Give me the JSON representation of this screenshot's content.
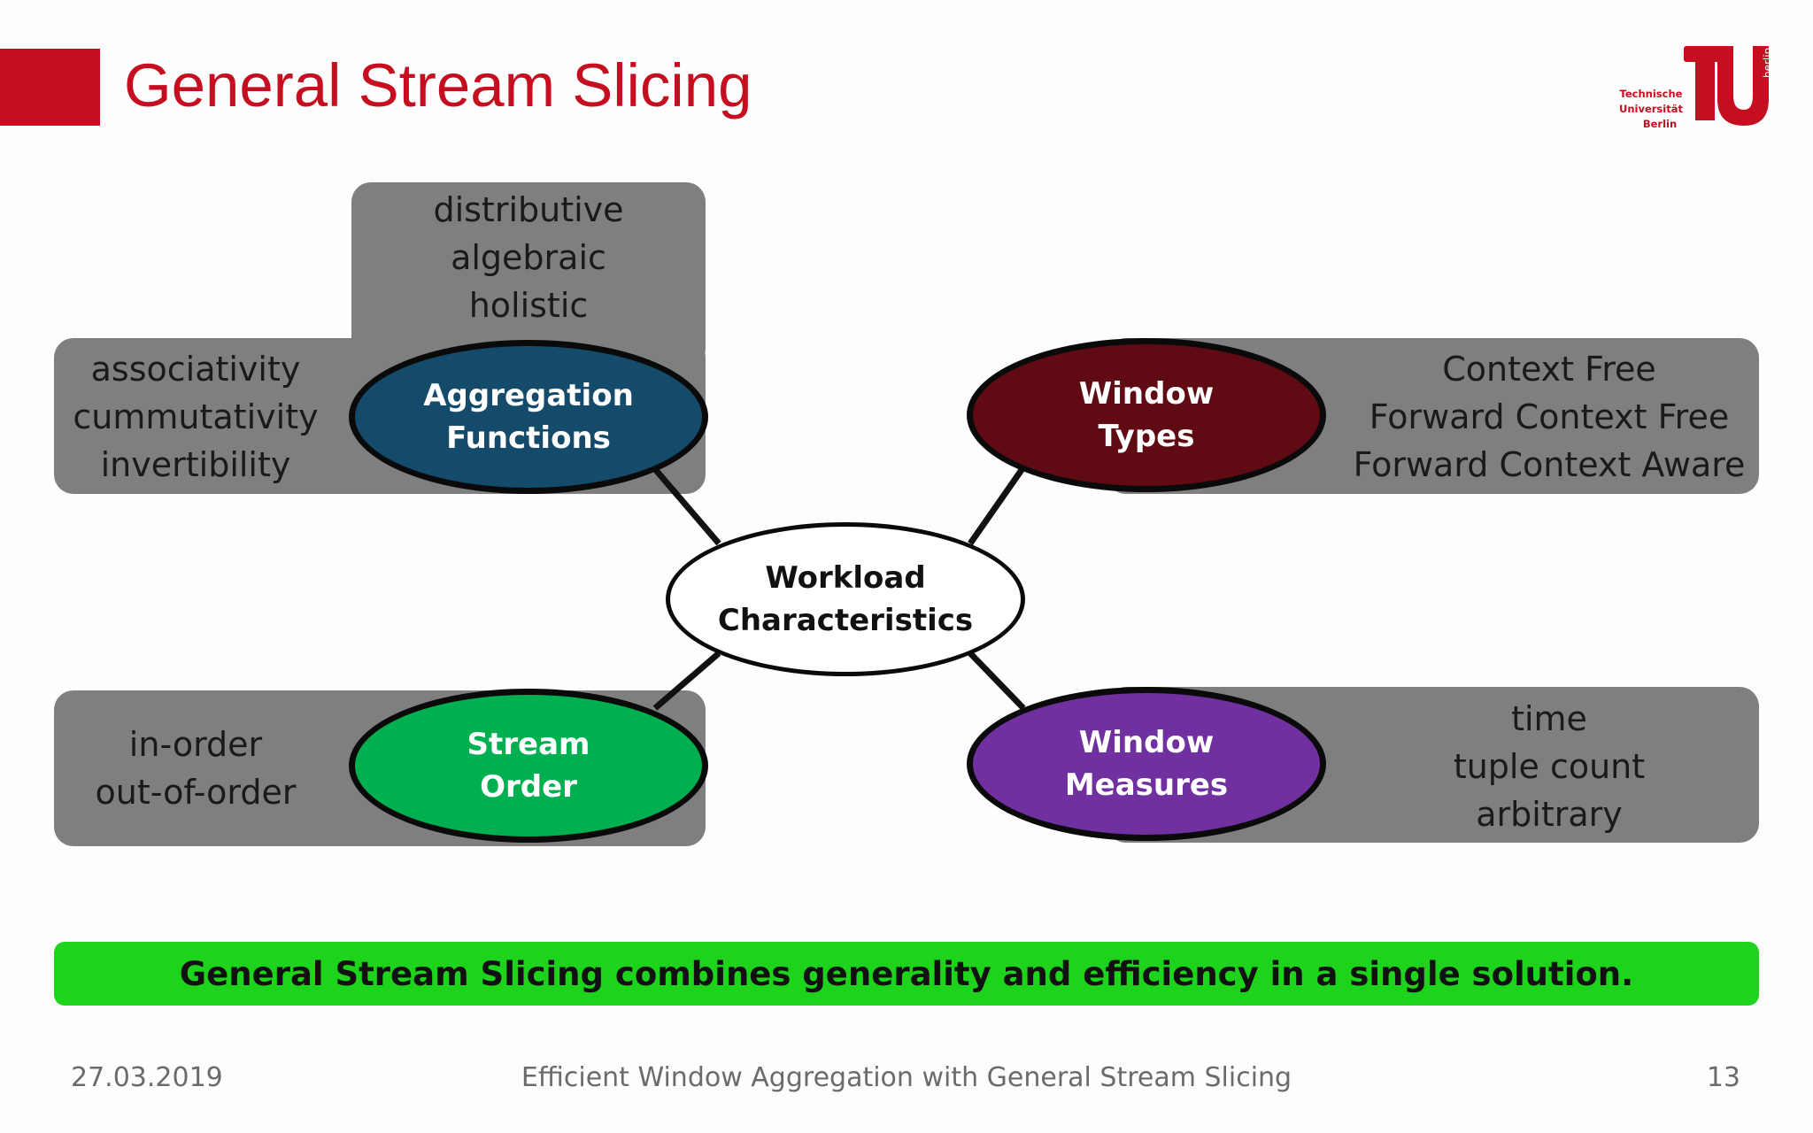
{
  "slide": {
    "title": "General Stream Slicing",
    "logo": {
      "icon": "tu-berlin-logo",
      "text_lines": [
        "Technische",
        "Universität",
        "Berlin"
      ],
      "side_text": "berlin",
      "color": "#c50e1f"
    }
  },
  "diagram": {
    "center": {
      "lines": [
        "Workload",
        "Characteristics"
      ]
    },
    "nodes": {
      "aggregation": {
        "lines": [
          "Aggregation",
          "Functions"
        ],
        "color": "#144b6b",
        "props_top": [
          "distributive",
          "algebraic",
          "holistic"
        ],
        "props_side": [
          "associativity",
          "cummutativity",
          "invertibility"
        ]
      },
      "window_types": {
        "lines": [
          "Window",
          "Types"
        ],
        "color": "#600b14",
        "props": [
          "Context Free",
          "Forward Context Free",
          "Forward Context Aware"
        ]
      },
      "stream_order": {
        "lines": [
          "Stream",
          "Order"
        ],
        "color": "#00b050",
        "props": [
          "in-order",
          "out-of-order"
        ]
      },
      "window_measures": {
        "lines": [
          "Window",
          "Measures"
        ],
        "color": "#7030a0",
        "props": [
          "time",
          "tuple count",
          "arbitrary"
        ]
      }
    }
  },
  "banner": {
    "text": "General Stream Slicing combines generality and efficiency in a single solution.",
    "color": "#1ed31b"
  },
  "footer": {
    "date": "27.03.2019",
    "center": "Efficient Window Aggregation with General Stream Slicing",
    "page": "13"
  }
}
